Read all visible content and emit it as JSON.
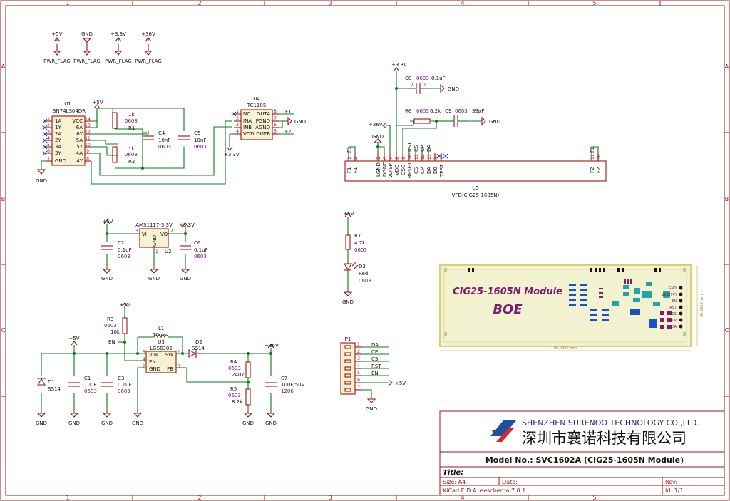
{
  "frame": {
    "cols_top": [
      "1",
      "2",
      "3",
      "4",
      "5"
    ],
    "cols_bottom": [
      "1",
      "2",
      "3",
      "4",
      "5"
    ],
    "rows_left": [
      "A",
      "B",
      "C"
    ],
    "rows_right": [
      "A",
      "B",
      "C"
    ]
  },
  "power_flags": [
    {
      "net": "+5V",
      "label": "PWR_FLAG"
    },
    {
      "net": "GND",
      "label": "PWR_FLAG"
    },
    {
      "net": "+3.3V",
      "label": "PWR_FLAG"
    },
    {
      "net": "+36V",
      "label": "PWR_FLAG"
    }
  ],
  "nets": {
    "p5v": "+5V",
    "p33v": "+3.3V",
    "p36v": "+36V",
    "gnd": "GND",
    "f1": "F1",
    "f2": "F2",
    "en": "EN",
    "da": "DA",
    "cp": "CP",
    "cs": "CS",
    "rst": "RST"
  },
  "u1": {
    "ref": "U1",
    "value": "SN74LS04DR",
    "left_pins": [
      "1A",
      "1Y",
      "2A",
      "2Y",
      "3A",
      "3Y",
      "GND"
    ],
    "left_nums": [
      "1",
      "2",
      "3",
      "4",
      "5",
      "6",
      "7"
    ],
    "right_pins": [
      "VCC",
      "6A",
      "6Y",
      "5A",
      "5Y",
      "4A",
      "4Y"
    ],
    "right_nums": [
      "14",
      "13",
      "12",
      "11",
      "10",
      "9",
      "8"
    ]
  },
  "r1": {
    "ref": "R1",
    "value": "1k",
    "footprint": "0603"
  },
  "r2": {
    "ref": "R2",
    "value": "1k",
    "footprint": "0603"
  },
  "c4": {
    "ref": "C4",
    "value": "10nF",
    "footprint": "0603"
  },
  "c5": {
    "ref": "C5",
    "value": "10nF",
    "footprint": "0603"
  },
  "u4": {
    "ref": "U4",
    "value": "TC1185",
    "left_pins": [
      "NC",
      "INA",
      "INB",
      "VDD"
    ],
    "left_nums": [
      "1",
      "2",
      "3",
      "4"
    ],
    "right_pins": [
      "OUTA",
      "PGND",
      "AGND",
      "OUTB"
    ],
    "right_nums": [
      "8",
      "7",
      "6",
      "5"
    ]
  },
  "c8": {
    "ref": "C8",
    "value": "0.1uF",
    "footprint": "0603"
  },
  "r6": {
    "ref": "R6",
    "value": "6.2k",
    "footprint": "0603"
  },
  "c9": {
    "ref": "C9",
    "value": "39pF",
    "footprint": "0603"
  },
  "u5": {
    "ref": "U5",
    "value": "VFD(CIG25-1605N)",
    "pins": [
      "F1",
      "F1",
      "LGND",
      "DGND",
      "VDISP",
      "VDD",
      "OSC",
      "RESET",
      "CS",
      "CP",
      "DA",
      "D0",
      "TEST",
      "F2",
      "F2"
    ],
    "nums": [
      "1",
      "2",
      "5",
      "6",
      "7",
      "8",
      "9",
      "10",
      "11",
      "12",
      "13",
      "14",
      "15",
      "17",
      "18"
    ],
    "net_labels": [
      "RST",
      "CS",
      "CP",
      "DA"
    ]
  },
  "u2": {
    "ref": "U2",
    "value": "AMS1117-3.3V",
    "pin_vi": "VI",
    "pin_vo": "VO",
    "pin_gnd": "GND",
    "nums": [
      "3",
      "2",
      "1"
    ]
  },
  "c2": {
    "ref": "C2",
    "value": "0.1uF",
    "footprint": "0603"
  },
  "c6": {
    "ref": "C6",
    "value": "0.1uF",
    "footprint": "0603"
  },
  "r7": {
    "ref": "R7",
    "value": "4.7k",
    "footprint": "0603"
  },
  "d3": {
    "ref": "D3",
    "value": "Red",
    "footprint": "0603"
  },
  "r3": {
    "ref": "R3",
    "value": "10k",
    "footprint": "0603"
  },
  "l1": {
    "ref": "L1",
    "value": "10uH"
  },
  "u3": {
    "ref": "U3",
    "value": "LGS6302",
    "left_pins": [
      "VIN",
      "EN",
      "GND"
    ],
    "left_nums": [
      "5",
      "4",
      "2"
    ],
    "right_pins": [
      "SW",
      "FB"
    ],
    "right_nums": [
      "1",
      "3"
    ]
  },
  "d2": {
    "ref": "D2",
    "value": "SS14"
  },
  "d1": {
    "ref": "D1",
    "value": "SS14"
  },
  "c1": {
    "ref": "C1",
    "value": "10uF",
    "footprint": "0603"
  },
  "c3": {
    "ref": "C3",
    "value": "0.1uF",
    "footprint": "0603"
  },
  "r4": {
    "ref": "R4",
    "value": "240k",
    "footprint": "0603"
  },
  "r5": {
    "ref": "R5",
    "value": "8.2k",
    "footprint": "0603"
  },
  "c7": {
    "ref": "C7",
    "value": "10uF/50V",
    "footprint": "1206"
  },
  "p1": {
    "ref": "P1",
    "labels": [
      "DA",
      "CP",
      "CS",
      "RST",
      "EN"
    ],
    "nums": [
      "1",
      "2",
      "3",
      "4",
      "5",
      "6",
      "7"
    ]
  },
  "board": {
    "title": "CIG25-1605N Module",
    "brand": "BOE",
    "width_dim": "96.0000 mm",
    "height_dim": "30.0000 mm",
    "header_labels": [
      "GND",
      "VCC(5V)",
      "EN",
      "RST",
      "CS",
      "CP",
      "DA"
    ]
  },
  "title_block": {
    "company_en": "SHENZHEN SURENOO TECHNOLOGY CO.,LTD.",
    "company_cn": "深圳市襄诺科技有限公司",
    "model": "Model No.: SVC1602A (CIG25-1605N Module)",
    "title_label": "Title:",
    "size": "Size: A4",
    "date": "Date:",
    "rev": "Rev:",
    "tool": "KiCad E.D.A.  eeschema 7.0.1",
    "id": "Id: 1/1"
  },
  "colors": {
    "wire": "#0c7a1c",
    "component": "#9a1414",
    "value": "#6a0f73",
    "body_fill": "#f8f2d2",
    "board": "#f2f2d0",
    "logo_blue": "#1f4e9c",
    "logo_red": "#d42a2a"
  }
}
